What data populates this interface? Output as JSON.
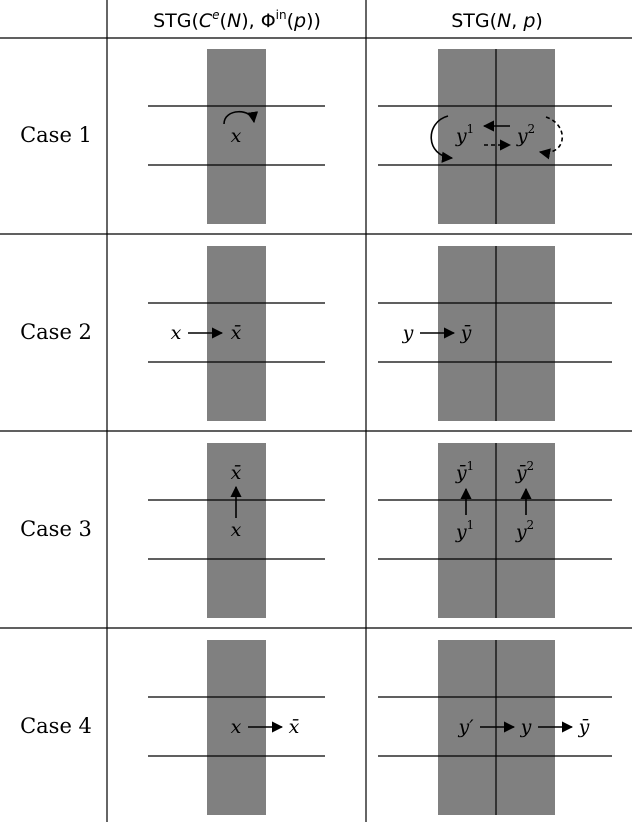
{
  "header": {
    "col1": {
      "prefix": "STG(",
      "c": "C",
      "e": "e",
      "mid1": "(",
      "n": "N",
      "mid2": "), ",
      "phi": "Φ",
      "in": "in",
      "p1": "(",
      "p": "p",
      "end": "))"
    },
    "col2": {
      "prefix": "STG(",
      "n": "N",
      "comma": ", ",
      "p": "p",
      "end": ")"
    }
  },
  "cases": [
    {
      "label": "Case 1",
      "left": {
        "x": "x"
      },
      "right": {
        "y1": "y",
        "y1sup": "1",
        "y2": "y",
        "y2sup": "2"
      }
    },
    {
      "label": "Case 2",
      "left": {
        "from": "x",
        "to": "x̄"
      },
      "right": {
        "from": "y",
        "to": "ȳ"
      }
    },
    {
      "label": "Case 3",
      "left": {
        "from": "x",
        "to": "x̄"
      },
      "right": {
        "from1": "y",
        "from1sup": "1",
        "to1": "ȳ",
        "to1sup": "1",
        "from2": "y",
        "from2sup": "2",
        "to2": "ȳ",
        "to2sup": "2"
      }
    },
    {
      "label": "Case 4",
      "left": {
        "from": "x",
        "to": "x̄"
      },
      "right": {
        "a": "y′",
        "b": "y",
        "c": "ȳ"
      }
    }
  ],
  "colors": {
    "band": "#808080",
    "line": "#000000",
    "background": "#ffffff"
  }
}
